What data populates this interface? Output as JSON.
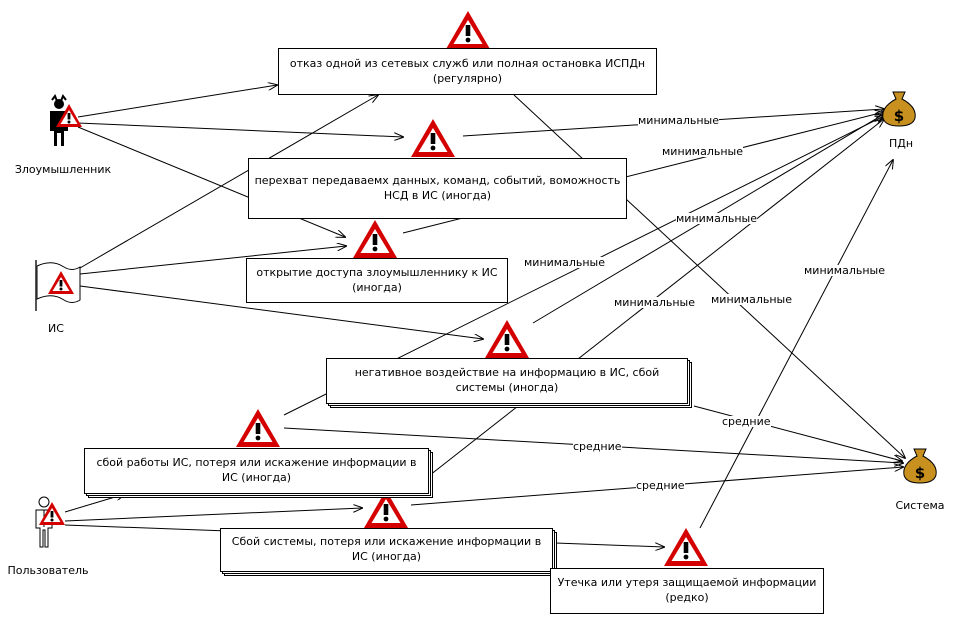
{
  "actors": {
    "attacker": "Злоумышленник",
    "is": "ИС",
    "user": "Пользователь"
  },
  "assets": {
    "pdn": "ПДн",
    "system": "Система"
  },
  "threats": {
    "t1": "отказ одной из сетевых служб или полная остановка ИСПДн (регулярно)",
    "t2": "перехват передаваемх данных, команд, событий, воможность НСД в ИС (иногда)",
    "t3": "открытие доступа злоумышленнику к ИС (иногда)",
    "t4": "негативное воздействие на информацию в ИС, сбой системы (иногда)",
    "t5": "сбой работы ИС, потеря или искажение информации в ИС (иногда)",
    "t6": "Сбой системы, потеря или искажение информации в ИС (иногда)",
    "t7": "Утечка или утеря защищаемой информации (редко)"
  },
  "edge_labels": {
    "e1": "минимальные",
    "e2": "минимальные",
    "e3": "минимальные",
    "e4": "минимальные",
    "e5": "минимальные",
    "e6": "минимальные",
    "e7": "минимальные",
    "e8": "средние",
    "e9": "средние",
    "e10": "средние"
  },
  "colors": {
    "warning_red": "#d40000",
    "money_bag": "#c8901e"
  }
}
